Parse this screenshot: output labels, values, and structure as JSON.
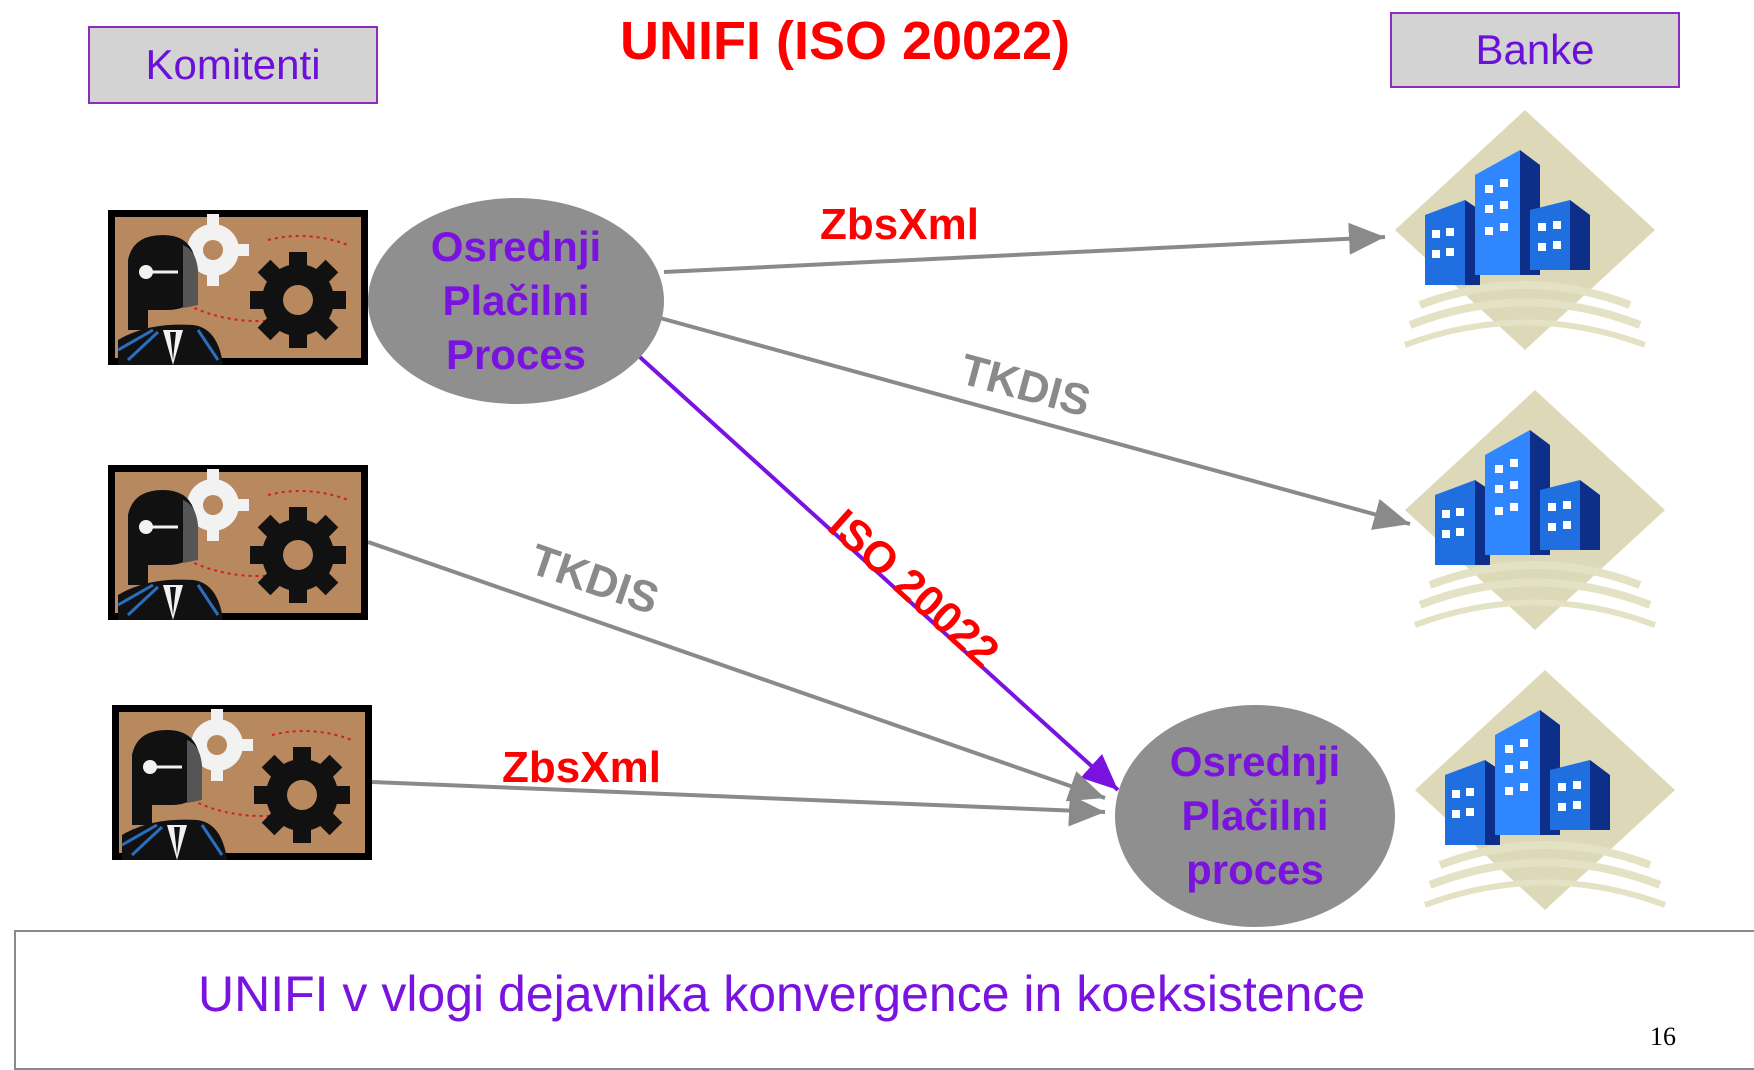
{
  "title": "UNIFI (ISO 20022)",
  "left_header": "Komitenti",
  "right_header": "Banke",
  "center_nodes": {
    "top": [
      "Osrednji",
      "Plačilni",
      "Proces"
    ],
    "bottom": [
      "Osrednji",
      "Plačilni",
      "proces"
    ]
  },
  "edge_labels": {
    "zbsxml_top": "ZbsXml",
    "tkdis_top": "TKDIS",
    "iso": "ISO 20022",
    "tkdis_mid": "TKDIS",
    "zbsxml_bottom": "ZbsXml"
  },
  "footer": "UNIFI  v vlogi dejavnika konvergence in koeksistence",
  "page_number": "16",
  "icons": {
    "client": "businessman-gears-icon",
    "bank": "bank-building-icon"
  },
  "colors": {
    "title": "#ff0000",
    "header_text": "#6a10d8",
    "node_fill": "#8f8f8f",
    "node_text": "#7a12e0",
    "arrow_gray": "#8a8a8a",
    "arrow_purple": "#7a12e0"
  }
}
